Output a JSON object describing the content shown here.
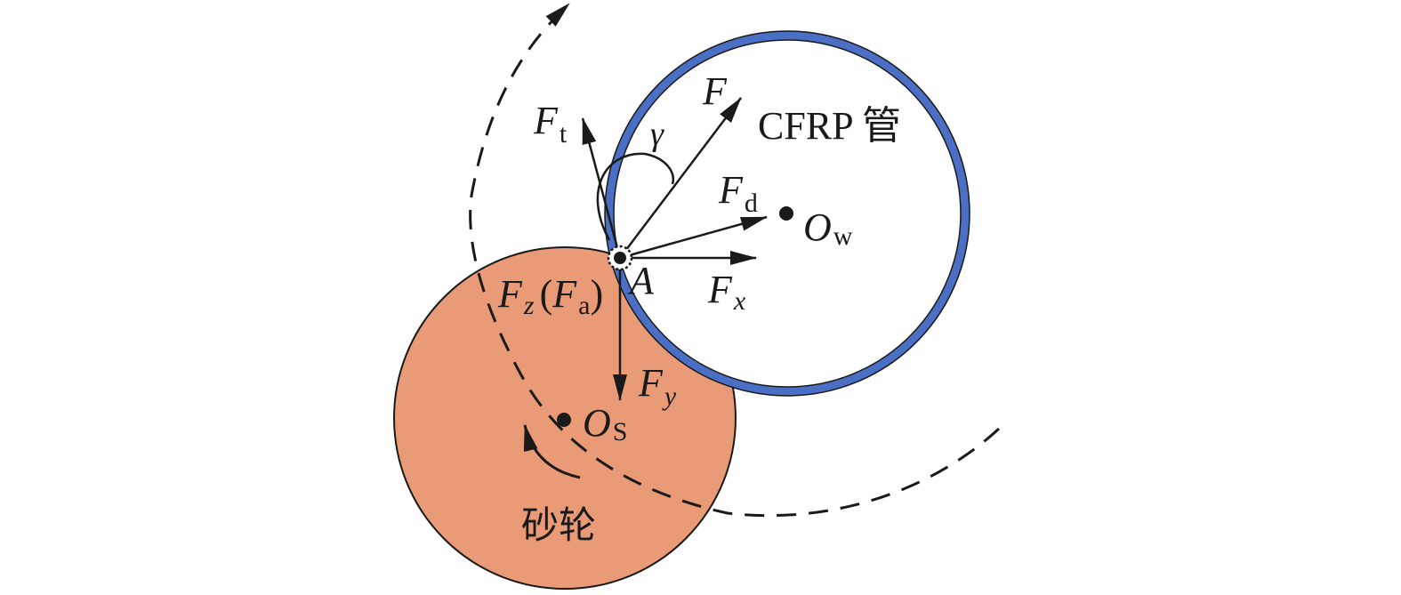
{
  "colors": {
    "wheel_fill": "#E99A76",
    "tube_ring": "#4A6FC4",
    "ink": "#1a1a1a",
    "background": "#ffffff"
  },
  "labels": {
    "tube_name": "CFRP 管",
    "wheel_name": "砂轮",
    "point_A": "A",
    "F": "F",
    "Ft_main": "F",
    "Ft_sub": "t",
    "Fd_main": "F",
    "Fd_sub": "d",
    "Fx_main": "F",
    "Fx_sub": "x",
    "Fy_main": "F",
    "Fy_sub": "y",
    "Fz_main": "F",
    "Fz_sub": "z",
    "Fa_open": "(",
    "Fa_main": "F",
    "Fa_sub": "a",
    "Fa_close": ")",
    "gamma": "γ",
    "Ow_main": "O",
    "Ow_sub": "w",
    "Os_main": "O",
    "Os_sub": "S"
  },
  "icons": {
    "contact_point": "contact-point-icon",
    "rotation_arrow": "rotation-arrow-icon"
  }
}
